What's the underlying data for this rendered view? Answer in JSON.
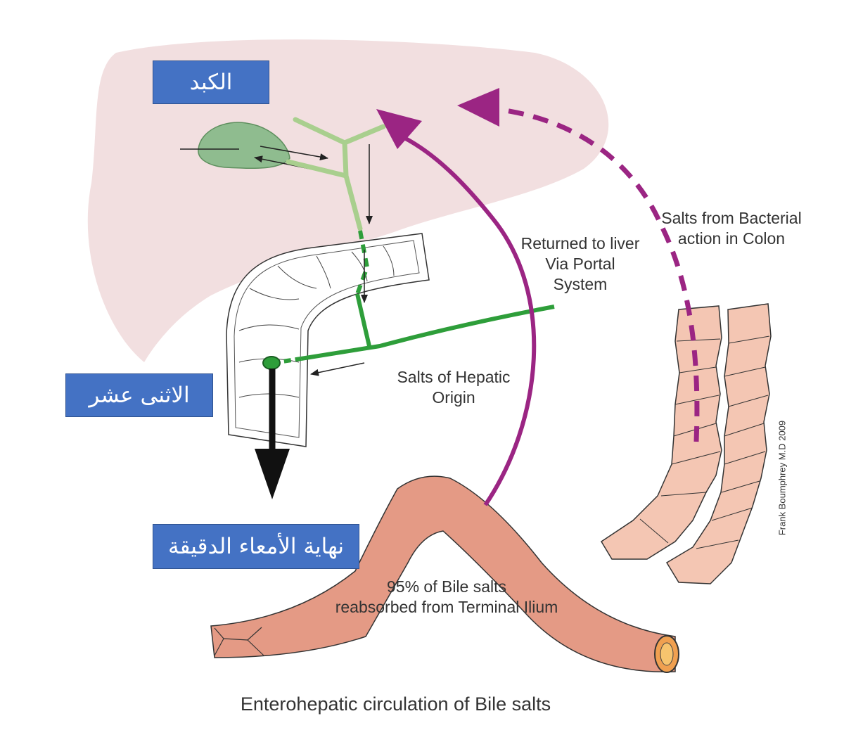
{
  "labels": {
    "liver": "الكبد",
    "duodenum": "الاثنى عشر",
    "terminal_ileum": "نهاية الأمعاء الدقيقة"
  },
  "annotations": {
    "returned_to_liver": "Returned to liver\nVia Portal\nSystem",
    "bacterial_salts": "Salts from Bacterial\naction in Colon",
    "hepatic_salts": "Salts of Hepatic\nOrigin",
    "reabsorbed": "95% of Bile salts\nreabsorbed from Terminal Ilium"
  },
  "signature": "Frank Boumphrey M.D 2009",
  "caption": "Enterohepatic circulation of Bile salts",
  "colors": {
    "liver": "#f2dfe0",
    "gallbladder": "#8fbc8f",
    "bile_duct_light": "#a9cf8e",
    "bile_duct": "#2e9e3a",
    "portal_arrow": "#9b2583",
    "ileum": "#e49a85",
    "colon": "#f4c6b3",
    "label_box": "#4472c4"
  }
}
